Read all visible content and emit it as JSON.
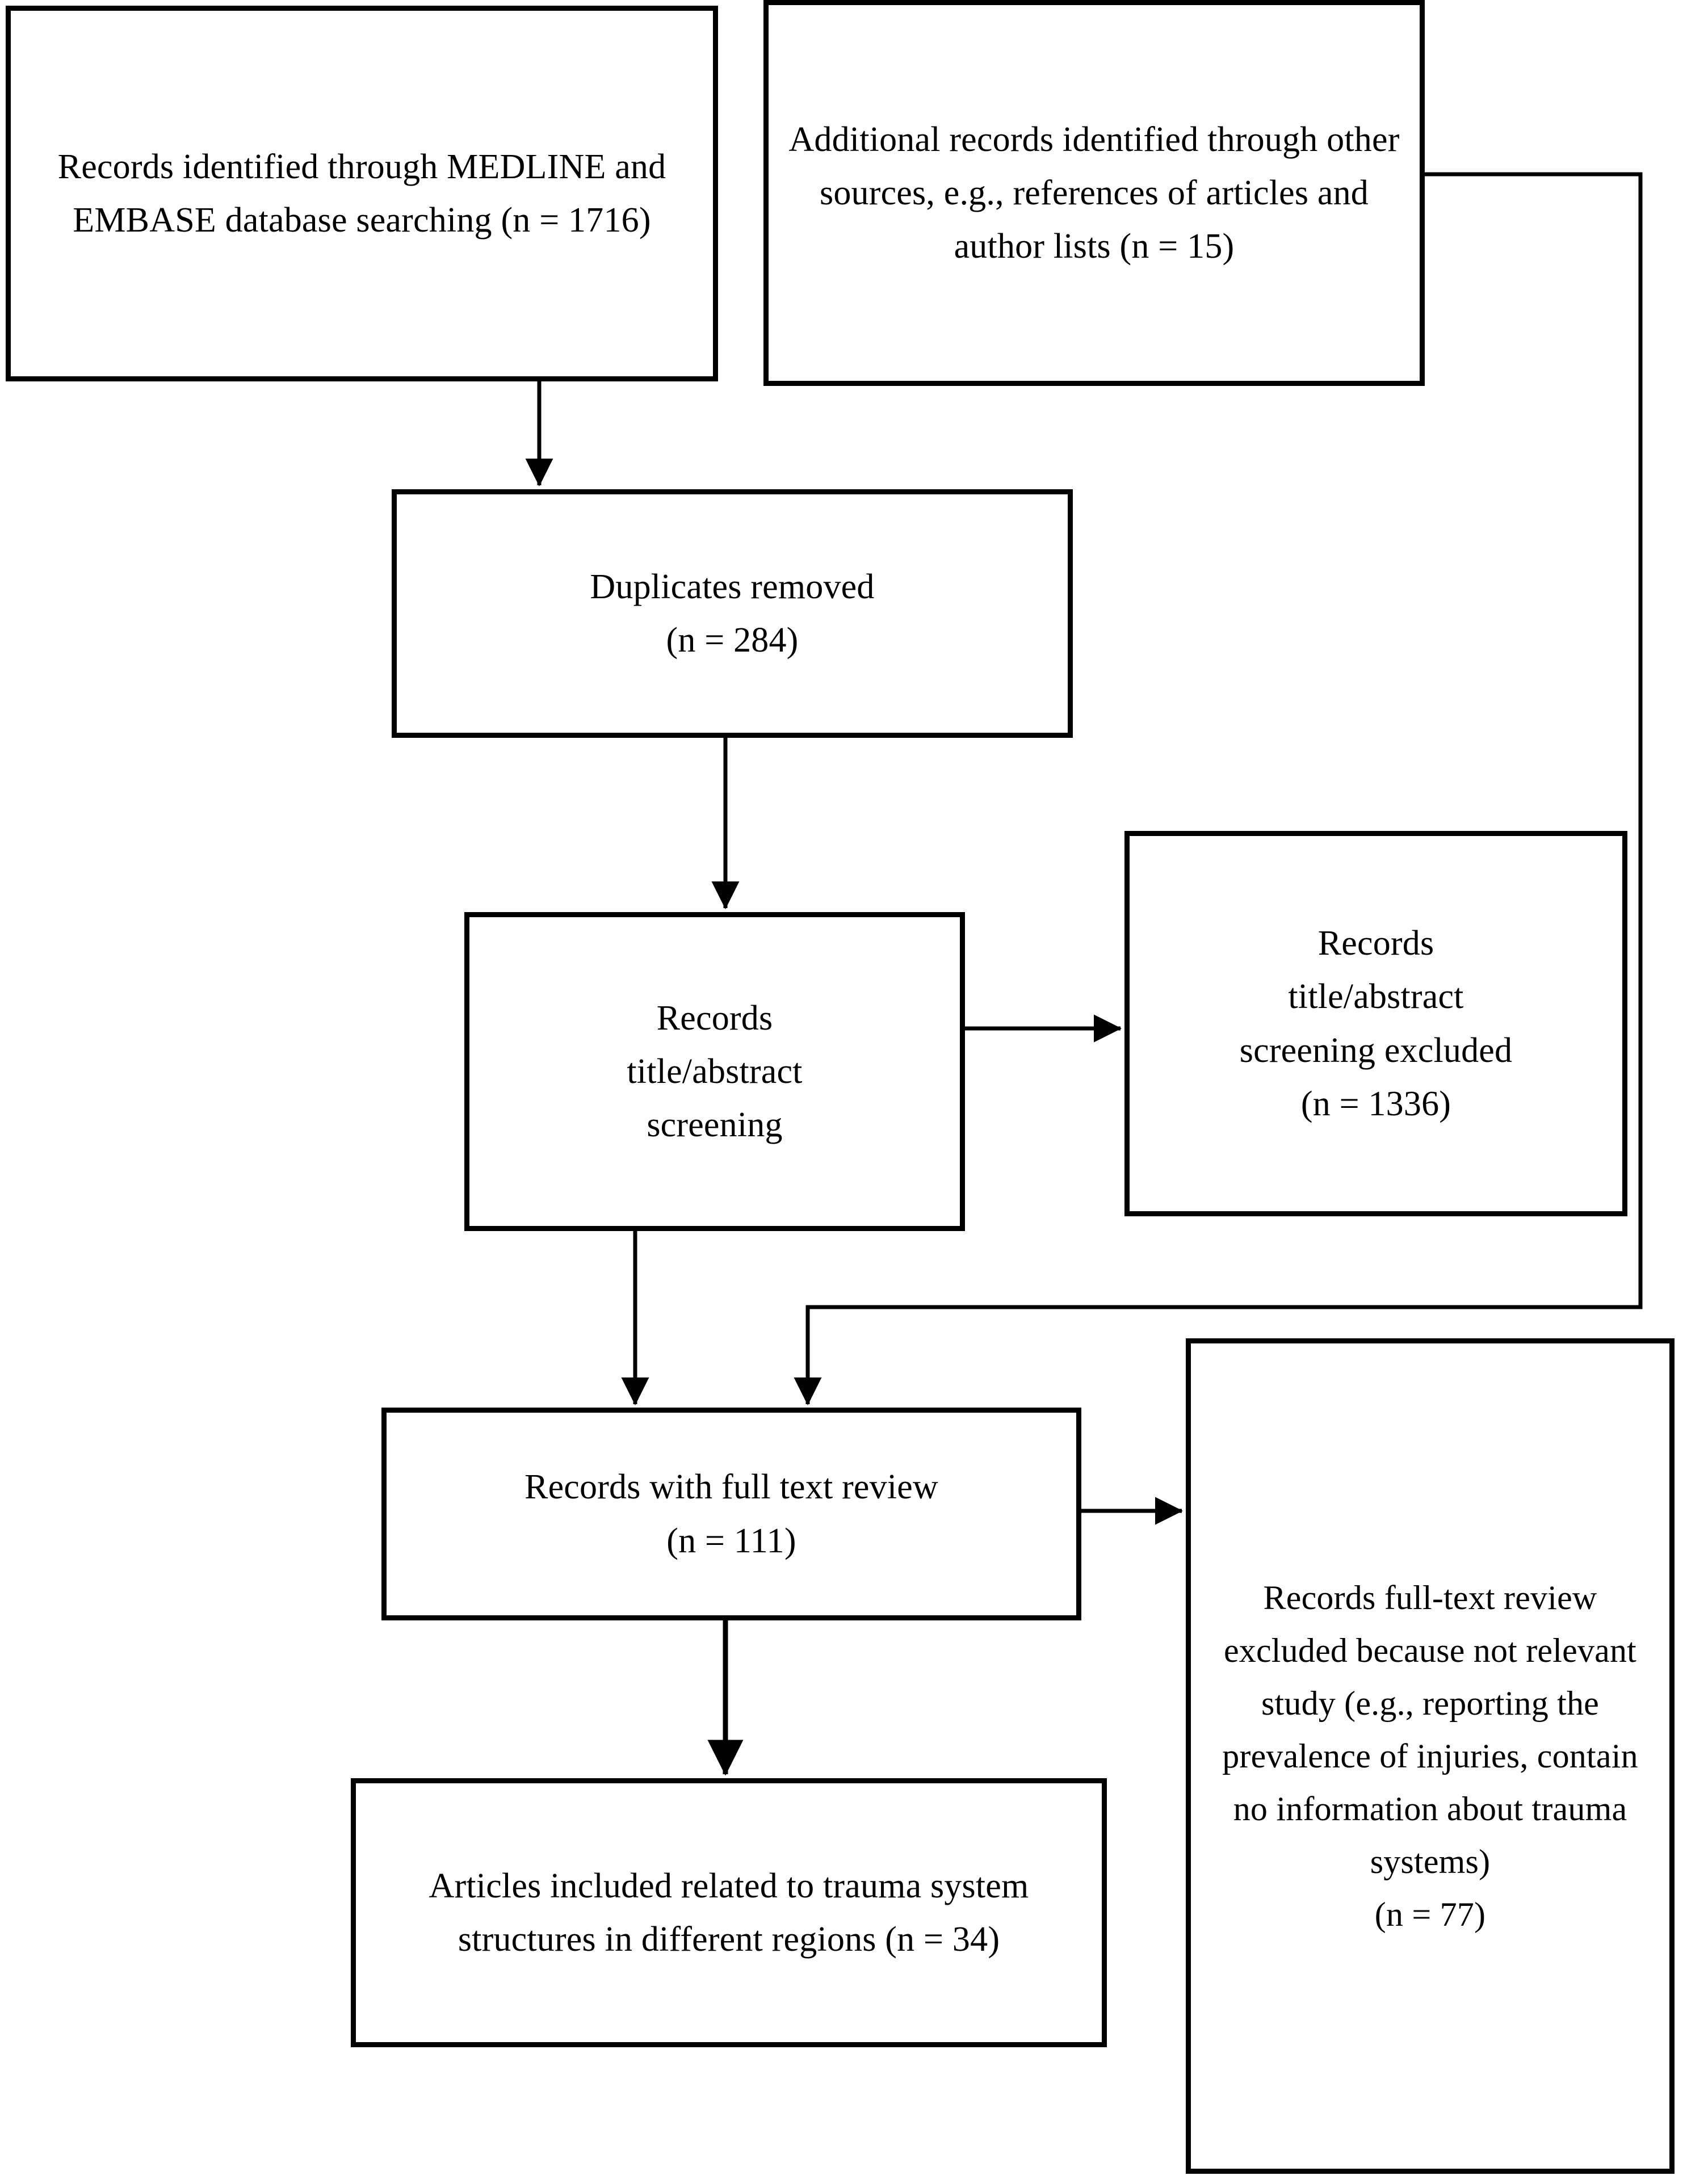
{
  "diagram": {
    "type": "prisma-flow-diagram",
    "title": "PRISMA study selection flow diagram",
    "line_color": "#000000",
    "box_border_color": "#000000",
    "background_color": "#ffffff",
    "nodes": {
      "identified": {
        "label": "Records identified through MEDLINE and EMBASE database searching (n = 1716)",
        "count": 1716,
        "stage": "identification"
      },
      "additional": {
        "label": "Additional records identified through other sources, e.g., references of articles and author lists (n = 15)",
        "count": 15,
        "stage": "identification"
      },
      "duplicates": {
        "label": "Duplicates removed\n(n = 284)",
        "count": 284,
        "stage": "screening"
      },
      "screening": {
        "label": "Records\ntitle/abstract\nscreening",
        "count": null,
        "stage": "screening"
      },
      "screening_excluded": {
        "label": "Records\ntitle/abstract\nscreening excluded\n(n = 1336)",
        "count": 1336,
        "stage": "screening"
      },
      "fulltext": {
        "label": "Records with full text review\n(n = 111)",
        "count": 111,
        "stage": "eligibility"
      },
      "included": {
        "label": "Articles included related to trauma system structures in different regions (n = 34)",
        "count": 34,
        "stage": "included"
      },
      "fulltext_excluded": {
        "label": "Records full-text review excluded because not relevant study (e.g., reporting the prevalence of injuries, contain no information about trauma systems)\n(n = 77)",
        "count": 77,
        "stage": "eligibility"
      }
    },
    "edges": [
      {
        "from": "identified",
        "to": "duplicates",
        "style": "arrow",
        "routing": "vertical"
      },
      {
        "from": "duplicates",
        "to": "screening",
        "style": "arrow",
        "routing": "vertical"
      },
      {
        "from": "screening",
        "to": "screening_excluded",
        "style": "arrow",
        "routing": "horizontal"
      },
      {
        "from": "screening",
        "to": "fulltext",
        "style": "arrow",
        "routing": "vertical"
      },
      {
        "from": "additional",
        "to": "fulltext",
        "style": "arrow",
        "routing": "orthogonal-right-down-left"
      },
      {
        "from": "fulltext",
        "to": "fulltext_excluded",
        "style": "arrow",
        "routing": "horizontal"
      },
      {
        "from": "fulltext",
        "to": "included",
        "style": "arrow",
        "routing": "vertical"
      }
    ]
  }
}
